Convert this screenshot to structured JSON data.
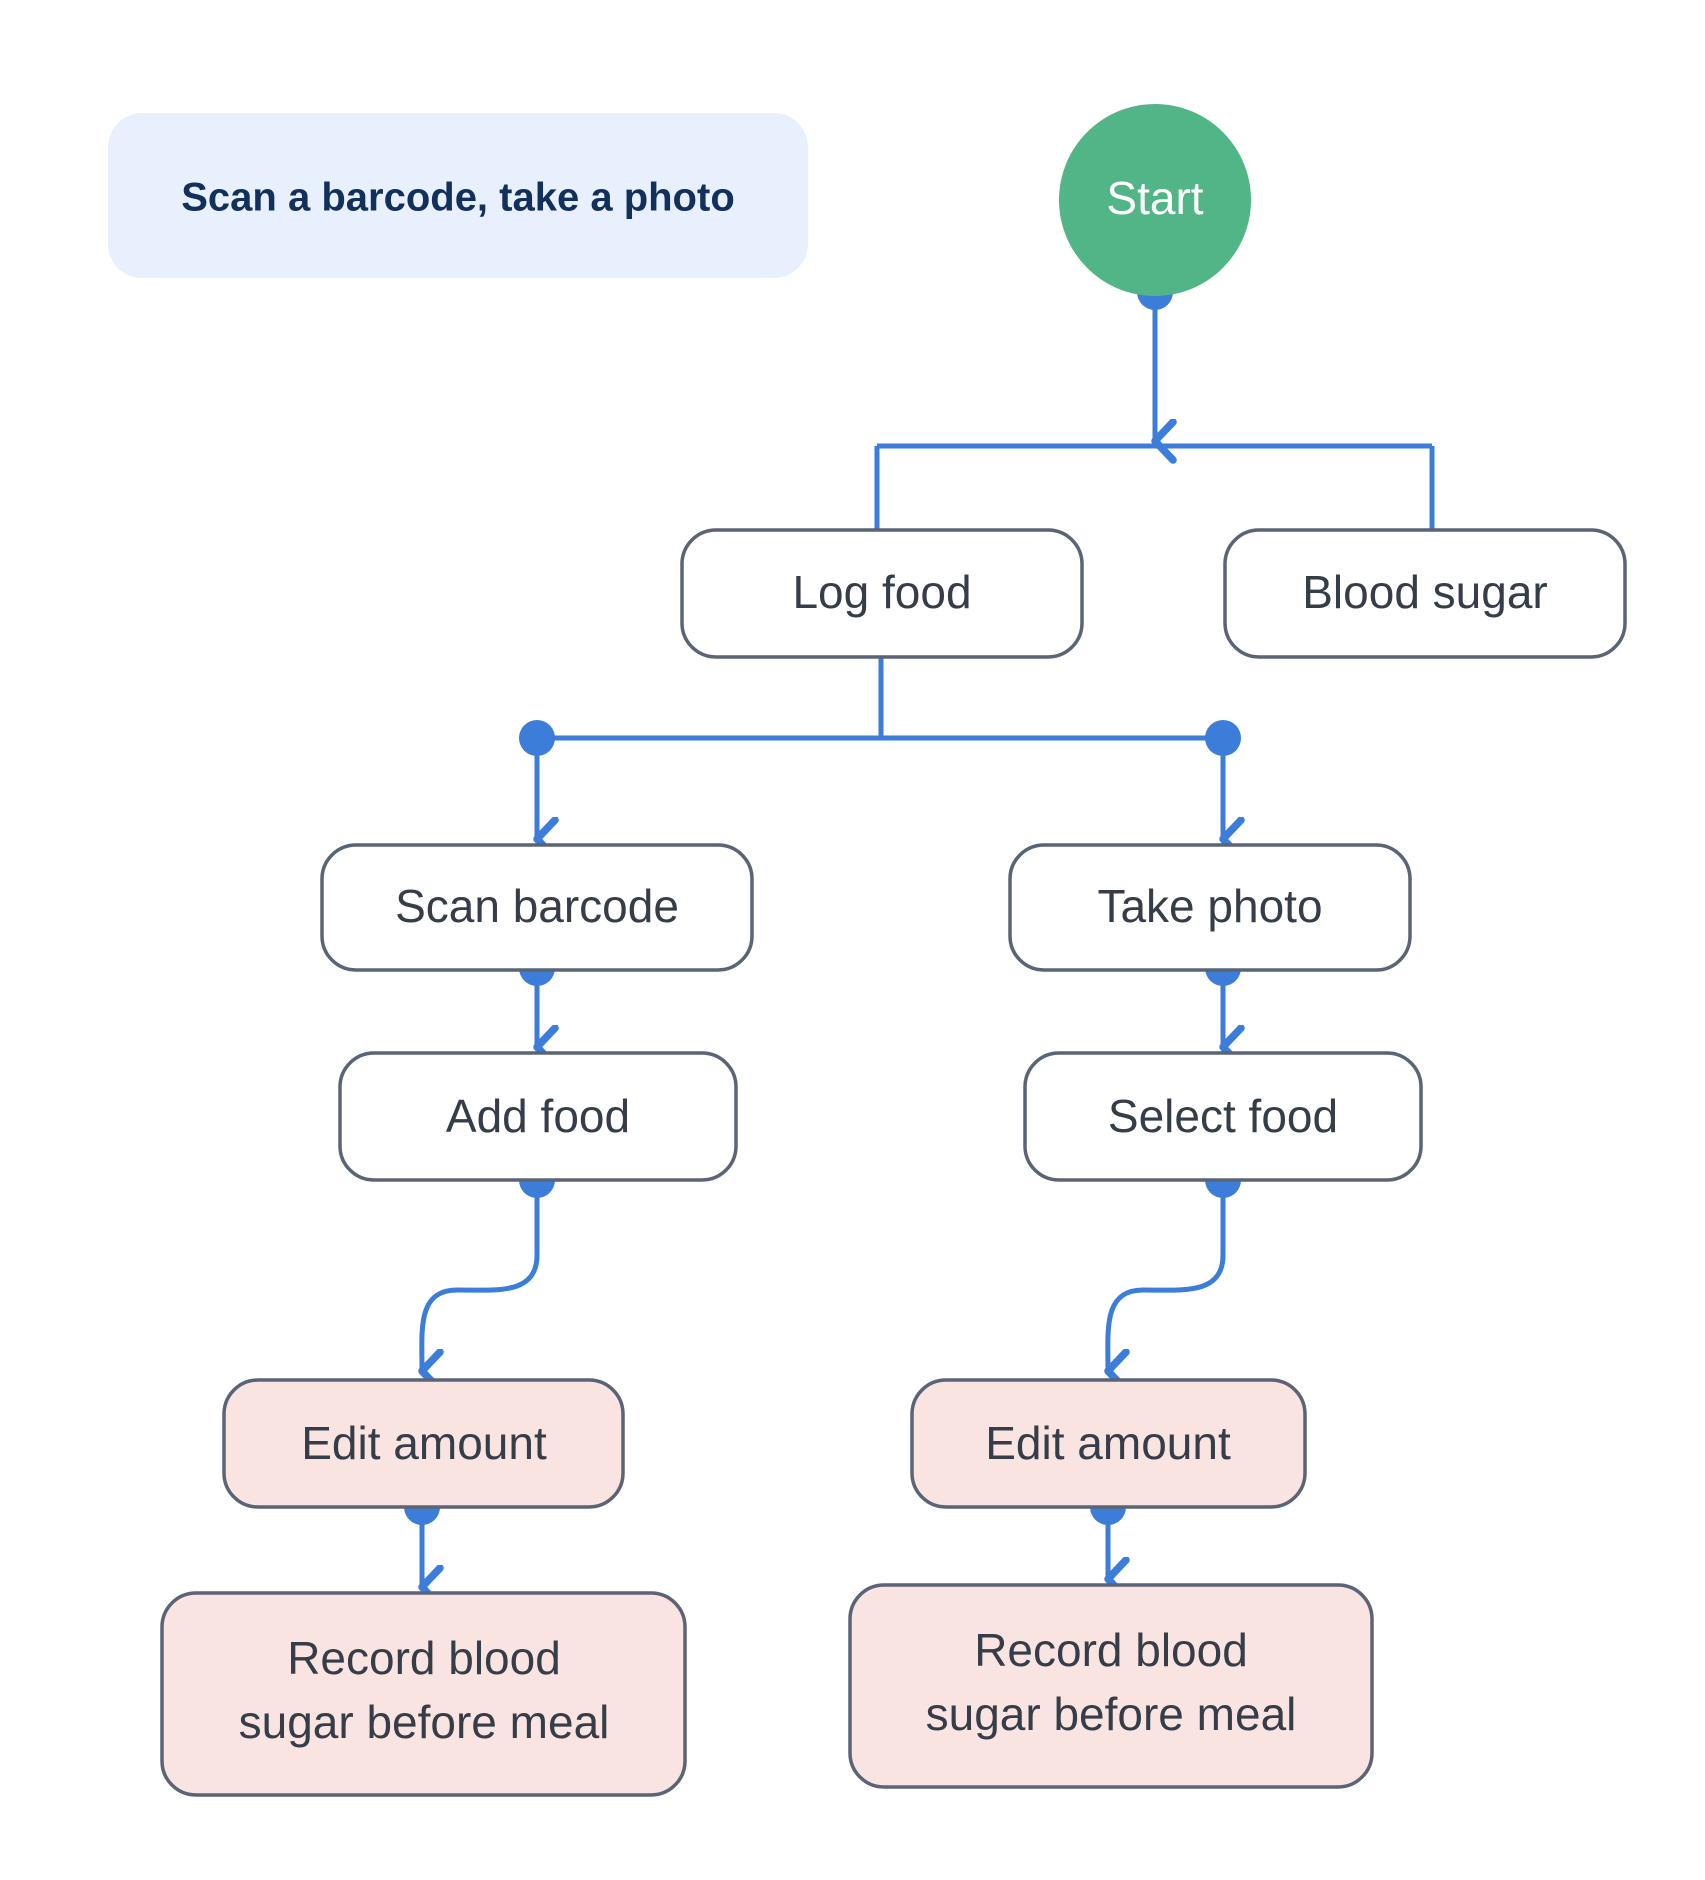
{
  "diagram": {
    "title_callout": {
      "text": "Scan a barcode, take a photo",
      "fill": "#e8f0fd",
      "text_color": "#12305c"
    },
    "colors": {
      "connector": "#3b7dd8",
      "node_border": "#5a6476",
      "node_fill": "#ffffff",
      "node_text": "#353d48",
      "start_fill": "#52b588",
      "start_text": "#ffffff",
      "highlight_fill": "#f9e4e2"
    },
    "nodes": [
      {
        "id": "start",
        "label": "Start",
        "shape": "circle",
        "style": "start"
      },
      {
        "id": "log-food",
        "label": "Log food",
        "shape": "rounded-rect",
        "style": "default"
      },
      {
        "id": "blood-sugar",
        "label": "Blood sugar",
        "shape": "rounded-rect",
        "style": "default"
      },
      {
        "id": "scan-barcode",
        "label": "Scan barcode",
        "shape": "rounded-rect",
        "style": "default"
      },
      {
        "id": "take-photo",
        "label": "Take photo",
        "shape": "rounded-rect",
        "style": "default"
      },
      {
        "id": "add-food",
        "label": "Add food",
        "shape": "rounded-rect",
        "style": "default"
      },
      {
        "id": "select-food",
        "label": "Select food",
        "shape": "rounded-rect",
        "style": "default"
      },
      {
        "id": "edit-amount-left",
        "label": "Edit amount",
        "shape": "rounded-rect",
        "style": "highlight"
      },
      {
        "id": "edit-amount-right",
        "label": "Edit amount",
        "shape": "rounded-rect",
        "style": "highlight"
      },
      {
        "id": "record-left-line1",
        "label": "Record blood",
        "shape": "rounded-rect",
        "style": "highlight"
      },
      {
        "id": "record-left-line2",
        "label": "sugar before meal",
        "shape": "rounded-rect",
        "style": "highlight"
      },
      {
        "id": "record-right-line1",
        "label": "Record blood",
        "shape": "rounded-rect",
        "style": "highlight"
      },
      {
        "id": "record-right-line2",
        "label": "sugar before meal",
        "shape": "rounded-rect",
        "style": "highlight"
      }
    ],
    "edges": [
      {
        "from": "start",
        "to": "split-1"
      },
      {
        "from": "split-1",
        "to": "log-food"
      },
      {
        "from": "split-1",
        "to": "blood-sugar"
      },
      {
        "from": "log-food",
        "to": "scan-barcode"
      },
      {
        "from": "log-food",
        "to": "take-photo"
      },
      {
        "from": "scan-barcode",
        "to": "add-food"
      },
      {
        "from": "take-photo",
        "to": "select-food"
      },
      {
        "from": "add-food",
        "to": "edit-amount-left"
      },
      {
        "from": "select-food",
        "to": "edit-amount-right"
      },
      {
        "from": "edit-amount-left",
        "to": "record-left"
      },
      {
        "from": "edit-amount-right",
        "to": "record-right"
      }
    ]
  }
}
